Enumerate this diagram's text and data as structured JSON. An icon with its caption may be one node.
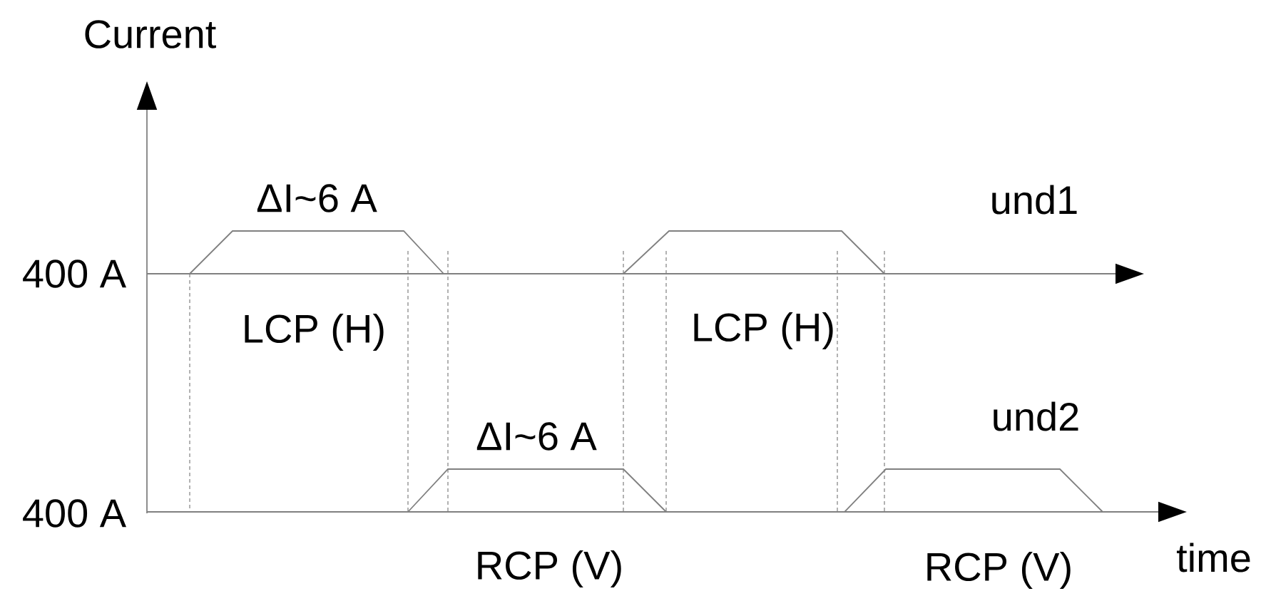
{
  "diagram": {
    "labels": [
      "Current",
      "ΔI~6 A",
      "und1",
      "400 A",
      "LCP (H)",
      "LCP (H)",
      "ΔI~6 A",
      "und2",
      "400 A",
      "RCP (V)",
      "RCP (V)",
      "time"
    ]
  }
}
